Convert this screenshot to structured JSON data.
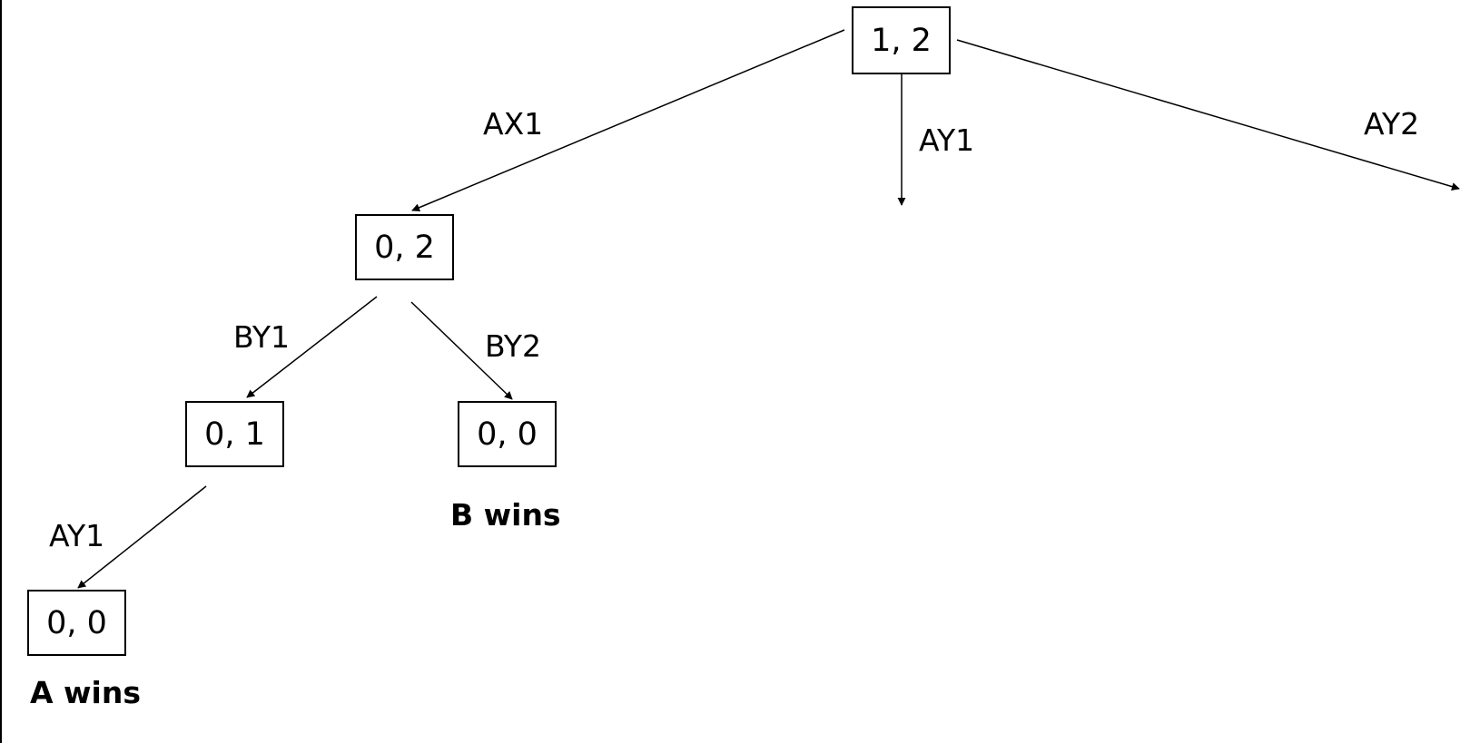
{
  "diagram": {
    "nodes": {
      "root": "1, 2",
      "ax1": "0, 2",
      "by1": "0, 1",
      "by2": "0, 0",
      "ay1_leaf": "0, 0"
    },
    "edges": {
      "ax1": "AX1",
      "ay1_root": "AY1",
      "ay2": "AY2",
      "by1": "BY1",
      "by2": "BY2",
      "ay1_lower": "AY1"
    },
    "outcomes": {
      "b_wins": "B wins",
      "a_wins": "A wins"
    },
    "colors": {
      "line": "#000000",
      "background": "#ffffff"
    }
  }
}
